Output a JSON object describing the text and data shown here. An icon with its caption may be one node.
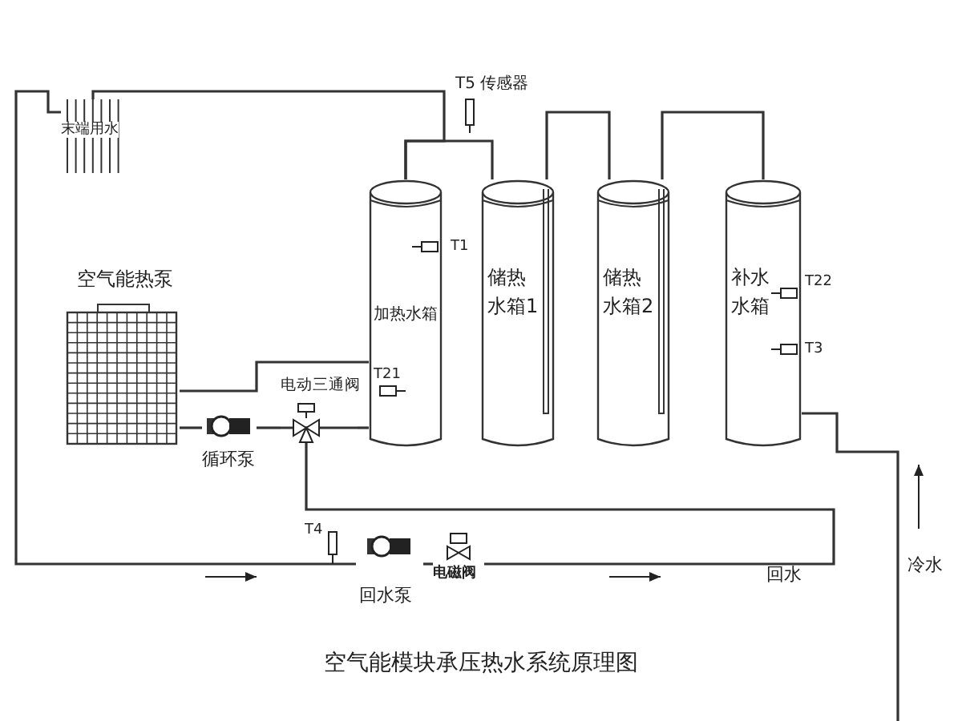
{
  "diagram": {
    "caption": "空气能模块承压热水系统原理图",
    "nodes": [
      {
        "text": [
          "末端用水"
        ]
      },
      {
        "text": [
          "空气能热泵"
        ]
      },
      {
        "text": [
          "加热水箱"
        ]
      },
      {
        "text": [
          "储热水箱1"
        ]
      },
      {
        "text": [
          "储热水箱2"
        ]
      },
      {
        "text": [
          "补水水箱"
        ]
      },
      {
        "text": [
          "循环泵"
        ]
      },
      {
        "text": [
          "电动三通阀"
        ]
      },
      {
        "text": [
          "回水泵"
        ]
      },
      {
        "text": [
          "电磁阀"
        ]
      },
      {
        "text": [
          "T5 传感器"
        ]
      }
    ],
    "edges": [
      {
        "from": 1,
        "to": 6,
        "arrow": "none"
      },
      {
        "from": 6,
        "to": 7,
        "arrow": "none"
      },
      {
        "from": 7,
        "to": 2,
        "arrow": "none"
      },
      {
        "from": 2,
        "to": 1,
        "arrow": "none"
      },
      {
        "from": 2,
        "to": 3,
        "arrow": "none"
      },
      {
        "from": 3,
        "to": 4,
        "arrow": "none"
      },
      {
        "from": 4,
        "to": 5,
        "arrow": "none"
      },
      {
        "from": 2,
        "to": 0,
        "arrow": "none"
      },
      {
        "from": 0,
        "to": 8,
        "arrow": "none"
      },
      {
        "from": 8,
        "to": 9,
        "arrow": "none"
      },
      {
        "from": 9,
        "to": 7,
        "arrow": "none"
      },
      {
        "from": null,
        "to": 5,
        "arrow": "none"
      }
    ],
    "labels": [
      "T1",
      "T21",
      "T22",
      "T3",
      "T4",
      "回水",
      "冷水"
    ]
  }
}
